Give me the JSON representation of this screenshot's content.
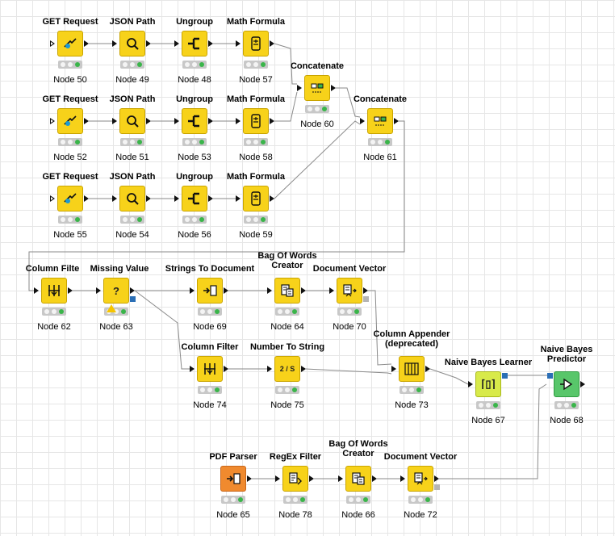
{
  "nodes": [
    {
      "id": "n50",
      "title": "GET Request",
      "label": "Node 50",
      "icon": "get-request-icon",
      "color": "yellow",
      "hollowIn": true
    },
    {
      "id": "n49",
      "title": "JSON Path",
      "label": "Node 49",
      "icon": "json-path-icon",
      "color": "yellow"
    },
    {
      "id": "n48",
      "title": "Ungroup",
      "label": "Node 48",
      "icon": "ungroup-icon",
      "color": "yellow"
    },
    {
      "id": "n57",
      "title": "Math Formula",
      "label": "Node 57",
      "icon": "math-formula-icon",
      "color": "yellow"
    },
    {
      "id": "n60",
      "title": "Concatenate",
      "label": "Node 60",
      "icon": "concatenate-icon",
      "color": "yellow"
    },
    {
      "id": "n52",
      "title": "GET Request",
      "label": "Node 52",
      "icon": "get-request-icon",
      "color": "yellow",
      "hollowIn": true
    },
    {
      "id": "n51",
      "title": "JSON Path",
      "label": "Node 51",
      "icon": "json-path-icon",
      "color": "yellow"
    },
    {
      "id": "n53",
      "title": "Ungroup",
      "label": "Node 53",
      "icon": "ungroup-icon",
      "color": "yellow"
    },
    {
      "id": "n58",
      "title": "Math Formula",
      "label": "Node 58",
      "icon": "math-formula-icon",
      "color": "yellow"
    },
    {
      "id": "n61",
      "title": "Concatenate",
      "label": "Node 61",
      "icon": "concatenate-icon",
      "color": "yellow"
    },
    {
      "id": "n55",
      "title": "GET Request",
      "label": "Node 55",
      "icon": "get-request-icon",
      "color": "yellow",
      "hollowIn": true
    },
    {
      "id": "n54",
      "title": "JSON Path",
      "label": "Node 54",
      "icon": "json-path-icon",
      "color": "yellow"
    },
    {
      "id": "n56",
      "title": "Ungroup",
      "label": "Node 56",
      "icon": "ungroup-icon",
      "color": "yellow"
    },
    {
      "id": "n59",
      "title": "Math Formula",
      "label": "Node 59",
      "icon": "math-formula-icon",
      "color": "yellow"
    },
    {
      "id": "n62",
      "title": "Column Filte",
      "label": "Node 62",
      "icon": "column-filter-icon",
      "color": "yellow"
    },
    {
      "id": "n63",
      "title": "Missing Value",
      "label": "Node 63",
      "icon": "missing-value-icon",
      "color": "yellow",
      "warn": true,
      "bluePort": true
    },
    {
      "id": "n69",
      "title": "Strings To Document",
      "label": "Node 69",
      "icon": "strings-to-document-icon",
      "color": "yellow"
    },
    {
      "id": "n64",
      "title": "Bag Of Words\nCreator",
      "label": "Node 64",
      "icon": "bag-of-words-icon",
      "color": "yellow"
    },
    {
      "id": "n70",
      "title": "Document Vector",
      "label": "Node 70",
      "icon": "document-vector-icon",
      "color": "yellow",
      "greyPort": true
    },
    {
      "id": "n74",
      "title": "Column Filter",
      "label": "Node 74",
      "icon": "column-filter-icon",
      "color": "yellow"
    },
    {
      "id": "n75",
      "title": "Number To String",
      "label": "Node 75",
      "icon": "number-to-string-icon",
      "color": "yellow"
    },
    {
      "id": "n73",
      "title": "Column Appender\n(deprecated)",
      "label": "Node 73",
      "icon": "column-appender-icon",
      "color": "yellow"
    },
    {
      "id": "n67",
      "title": "Naive Bayes Learner",
      "label": "Node 67",
      "icon": "naive-bayes-learner-icon",
      "color": "lime",
      "blueOut": true
    },
    {
      "id": "n68",
      "title": "Naive Bayes\nPredictor",
      "label": "Node 68",
      "icon": "naive-bayes-predictor-icon",
      "color": "green",
      "blueIn": true
    },
    {
      "id": "n65",
      "title": "PDF Parser",
      "label": "Node 65",
      "icon": "pdf-parser-icon",
      "color": "orange"
    },
    {
      "id": "n78",
      "title": "RegEx Filter",
      "label": "Node 78",
      "icon": "regex-filter-icon",
      "color": "yellow"
    },
    {
      "id": "n66",
      "title": "Bag Of Words\nCreator",
      "label": "Node 66",
      "icon": "bag-of-words-icon",
      "color": "yellow"
    },
    {
      "id": "n72",
      "title": "Document Vector",
      "label": "Node 72",
      "icon": "document-vector-icon",
      "color": "yellow",
      "greyPort": true
    }
  ],
  "glyphs": {
    "missing-value-icon": "?",
    "number-to-string-icon": "2 / S",
    "naive-bayes-learner-icon": "⌈▯⌉"
  },
  "colors": {
    "node_yellow": "#f7d21a",
    "node_orange": "#f08a2e",
    "node_lime": "#d8ea4a",
    "node_green": "#58c66a",
    "model_port_blue": "#2b6fb6",
    "status_green": "#3ab54a"
  }
}
